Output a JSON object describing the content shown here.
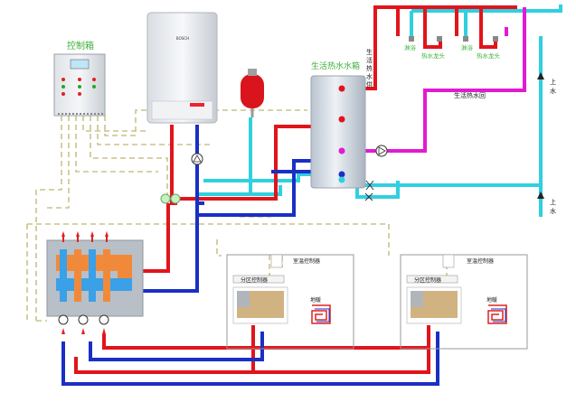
{
  "labels": {
    "control_box": "控制箱",
    "hot_water_tank": "生活热水水箱",
    "dhw_supply_1": "生",
    "dhw_supply_2": "活",
    "dhw_supply_3": "热",
    "dhw_supply_4": "水",
    "dhw_supply_5": "供",
    "dhw_return": "生活热水回",
    "shower_1": "淋浴",
    "faucet_1": "热水龙头",
    "shower_2": "淋浴",
    "faucet_2": "热水龙头",
    "cold_in_top_1": "上",
    "cold_in_top_2": "水",
    "cold_in_bot_1": "上",
    "cold_in_bot_2": "水",
    "room_ctrl_1": "室温控制器",
    "zone_ctrl_1": "分区控制器",
    "floor_1": "地暖",
    "room_ctrl_2": "室温控制器",
    "zone_ctrl_2": "分区控制器",
    "floor_2": "地暖",
    "boiler_brand": "BOSCH"
  },
  "colors": {
    "hot": "#e2141b",
    "cold": "#1a2fc4",
    "cyan": "#2fd0e0",
    "magenta": "#e21ad2",
    "control_line": "#c9c38a",
    "label_green": "#3fb03a"
  }
}
